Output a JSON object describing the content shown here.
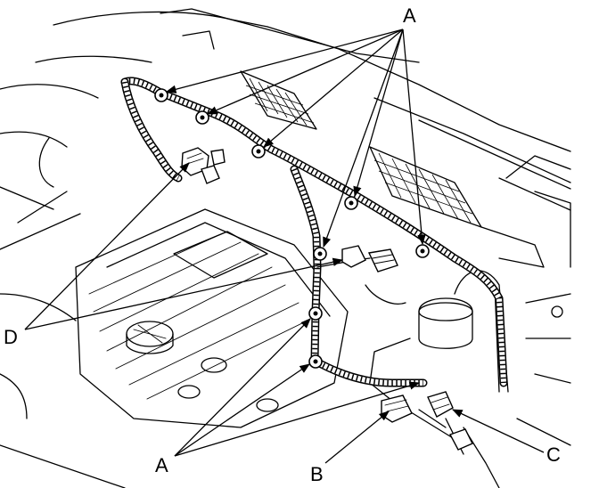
{
  "callouts": {
    "a_top": "A",
    "a_bottom": "A",
    "b": "B",
    "c": "C",
    "d": "D"
  },
  "colors": {
    "line": "#000000",
    "background": "#ffffff"
  }
}
